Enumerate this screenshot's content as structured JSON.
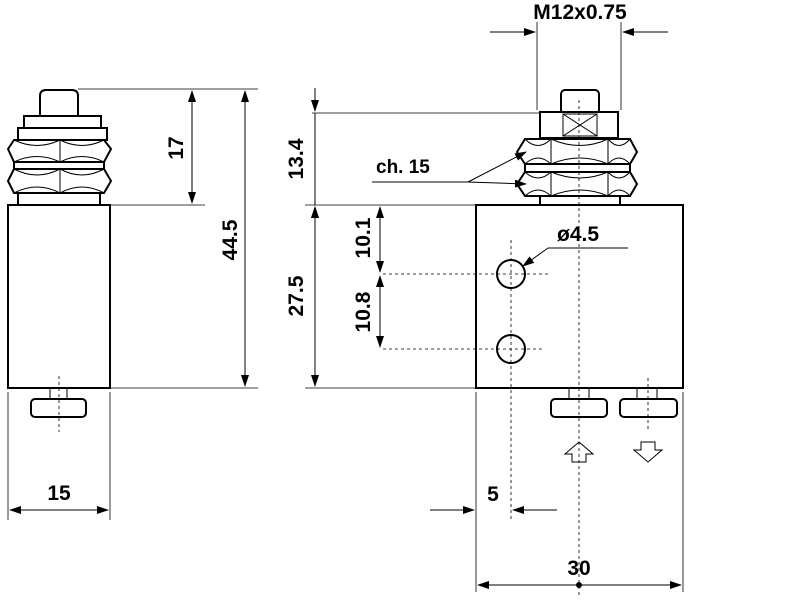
{
  "dimensions": {
    "thread": "M12x0.75",
    "actuator_height": "17",
    "total_height": "44.5",
    "thread_height": "13.4",
    "body_height": "27.5",
    "hole_offset_top": "10.1",
    "hole_spacing": "10.8",
    "side_width": "15",
    "hole_offset_left": "5",
    "front_width": "30"
  },
  "callouts": {
    "nut_size": "ch. 15",
    "hole_diameter": "ø4.5"
  },
  "icons": {
    "push_direction": "up-arrow-icon",
    "release_direction": "down-arrow-icon"
  }
}
